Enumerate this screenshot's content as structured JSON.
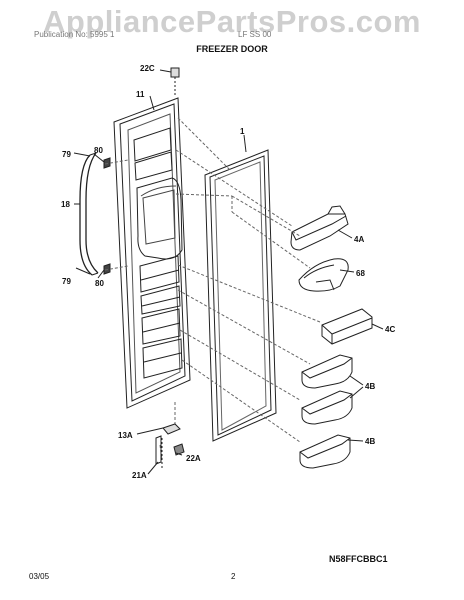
{
  "header": {
    "watermark": "AppliancePartsPros.com",
    "publication": "Publication No: 5995 1",
    "model": "LF SS 00",
    "title": "FREEZER DOOR"
  },
  "parts": {
    "p22c": "22C",
    "p11": "11",
    "p1": "1",
    "p79a": "79",
    "p80a": "80",
    "p18": "18",
    "p79b": "79",
    "p80b": "80",
    "p4a": "4A",
    "p68": "68",
    "p4c": "4C",
    "p4b_1": "4B",
    "p4b_2": "4B",
    "p13a": "13A",
    "p22a": "22A",
    "p21a": "21A"
  },
  "footer": {
    "code": "N58FFCBBC1",
    "date": "03/05",
    "page": "2"
  }
}
